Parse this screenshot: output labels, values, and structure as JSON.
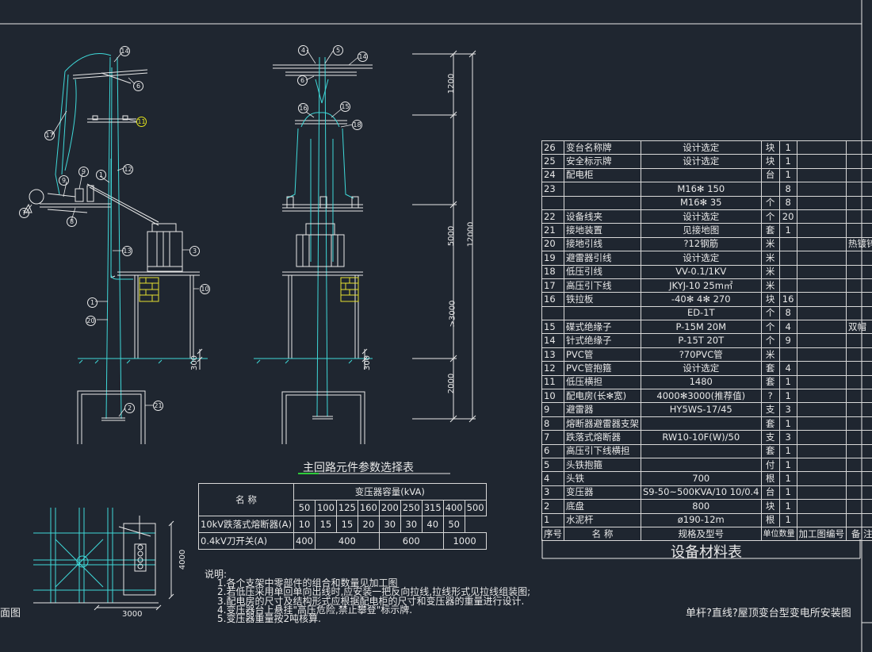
{
  "title_block": {
    "drawing_title": "单杆?直线?屋顶变台型变电所安装图",
    "left_clip_label": "面图"
  },
  "select_table": {
    "title": "主回路元件参数选择表",
    "name_header": "名  称",
    "capacity_header": "变压器容量(kVA)",
    "capacities": [
      "50",
      "100",
      "125",
      "160",
      "200",
      "250",
      "315",
      "400",
      "500"
    ],
    "row1_label": "10kV跌落式熔断器(A)",
    "row1_values": [
      "10",
      "15",
      "15",
      "20",
      "30",
      "30",
      "40",
      "50"
    ],
    "row2_label": "0.4kV刀开关(A)",
    "row2_values": [
      "400",
      "400",
      "600",
      "1000"
    ]
  },
  "material_table": {
    "title": "设备材料表",
    "header": {
      "no": "序号",
      "name": "名    称",
      "spec": "规格及型号",
      "unit": "单位",
      "qty": "数量",
      "code": "加工图编号",
      "note": "备  注"
    },
    "rows": [
      {
        "no": "26",
        "name": "变台名称牌",
        "spec": "设计选定",
        "unit": "块",
        "qty": "1",
        "note": ""
      },
      {
        "no": "25",
        "name": "安全标示牌",
        "spec": "设计选定",
        "unit": "块",
        "qty": "1",
        "note": ""
      },
      {
        "no": "24",
        "name": "配电柜",
        "spec": "",
        "unit": "台",
        "qty": "1",
        "note": ""
      },
      {
        "no": "23",
        "name": "",
        "spec": "M16✻ 150",
        "unit": "",
        "qty": "8",
        "note": ""
      },
      {
        "no": "",
        "name": "",
        "spec": "M16✻ 35",
        "unit": "个",
        "qty": "8",
        "note": ""
      },
      {
        "no": "22",
        "name": "设备线夹",
        "spec": "设计选定",
        "unit": "个",
        "qty": "20",
        "note": ""
      },
      {
        "no": "21",
        "name": "接地装置",
        "spec": "见接地图",
        "unit": "套",
        "qty": "1",
        "note": ""
      },
      {
        "no": "20",
        "name": "接地引线",
        "spec": "?12钢筋",
        "unit": "米",
        "qty": "",
        "note": "热镀锌"
      },
      {
        "no": "19",
        "name": "避雷器引线",
        "spec": "设计选定",
        "unit": "米",
        "qty": "",
        "note": ""
      },
      {
        "no": "18",
        "name": "低压引线",
        "spec": "VV-0.1/1KV",
        "unit": "米",
        "qty": "",
        "note": ""
      },
      {
        "no": "17",
        "name": "高压引下线",
        "spec": "JKYJ-10  25m㎡",
        "unit": "米",
        "qty": "",
        "note": ""
      },
      {
        "no": "16",
        "name": "铁拉板",
        "spec": "-40✻ 4✻ 270",
        "unit": "块",
        "qty": "16",
        "note": ""
      },
      {
        "no": "",
        "name": "",
        "spec": "ED-1T",
        "unit": "个",
        "qty": "8",
        "note": ""
      },
      {
        "no": "15",
        "name": "碟式绝缘子",
        "spec": "P-15M   20M",
        "unit": "个",
        "qty": "4",
        "note": "双帽"
      },
      {
        "no": "14",
        "name": "针式绝缘子",
        "spec": "P-15T   20T",
        "unit": "个",
        "qty": "9",
        "note": ""
      },
      {
        "no": "13",
        "name": "PVC管",
        "spec": "?70PVC管",
        "unit": "米",
        "qty": "",
        "note": ""
      },
      {
        "no": "12",
        "name": "PVC管抱箍",
        "spec": "设计选定",
        "unit": "套",
        "qty": "4",
        "note": ""
      },
      {
        "no": "11",
        "name": "低压横担",
        "spec": "1480",
        "unit": "套",
        "qty": "1",
        "note": ""
      },
      {
        "no": "10",
        "name": "配电房(长✻宽)",
        "spec": "4000✻3000(推荐值)",
        "unit": "?",
        "qty": "1",
        "note": ""
      },
      {
        "no": "9",
        "name": "避雷器",
        "spec": "HY5WS-17/45",
        "unit": "支",
        "qty": "3",
        "note": ""
      },
      {
        "no": "8",
        "name": "熔断器避雷器支架",
        "spec": "",
        "unit": "套",
        "qty": "1",
        "note": ""
      },
      {
        "no": "7",
        "name": "跌落式熔断器",
        "spec": "RW10-10F(W)/50",
        "unit": "支",
        "qty": "3",
        "note": ""
      },
      {
        "no": "6",
        "name": "高压引下线横担",
        "spec": "",
        "unit": "套",
        "qty": "1",
        "note": ""
      },
      {
        "no": "5",
        "name": "头铁抱箍",
        "spec": "",
        "unit": "付",
        "qty": "1",
        "note": ""
      },
      {
        "no": "4",
        "name": "头铁",
        "spec": "700",
        "unit": "根",
        "qty": "1",
        "note": ""
      },
      {
        "no": "3",
        "name": "变压器",
        "spec": "S9-50~500KVA/10 10/0.4",
        "unit": "台",
        "qty": "1",
        "note": ""
      },
      {
        "no": "2",
        "name": "底盘",
        "spec": "800",
        "unit": "块",
        "qty": "1",
        "note": ""
      },
      {
        "no": "1",
        "name": "水泥杆",
        "spec": "ø190-12m",
        "unit": "根",
        "qty": "1",
        "note": ""
      }
    ]
  },
  "notes": {
    "heading": "说明:",
    "items": [
      "1.各个支架中零部件的组合和数量见加工图",
      "2.若低压采用单回单向出线时,应安装一把反向拉线,拉线形式见拉线组装图;",
      "3.配电房的尺寸及结构形式应根据配电柜的尺寸和变压器的重量进行设计.",
      "4.变压器台上悬挂\"高压危险,禁止攀登\"标示牌.",
      "5.变压器重量按2吨核算."
    ]
  },
  "dimensions": {
    "d1200": "1200",
    "d5000": "5000",
    "d12000": "12000",
    "d3000": ">3000",
    "d2000": "2000",
    "d300a": "300",
    "d300b": "300",
    "plan_w": "3000",
    "plan_h": "4000"
  },
  "callouts": [
    "1",
    "2",
    "3",
    "4",
    "5",
    "6",
    "7",
    "8",
    "9",
    "10",
    "11",
    "12",
    "13",
    "14",
    "15",
    "16",
    "17",
    "18",
    "20",
    "21"
  ],
  "colors": {
    "background": "#1f2630",
    "lines": "#e8e8e8",
    "cyan": "#3fd8d8",
    "yellow": "#e4e41c",
    "green": "#2ecc3a",
    "gray": "#a9b0b6",
    "hatch": "#e6e030"
  }
}
